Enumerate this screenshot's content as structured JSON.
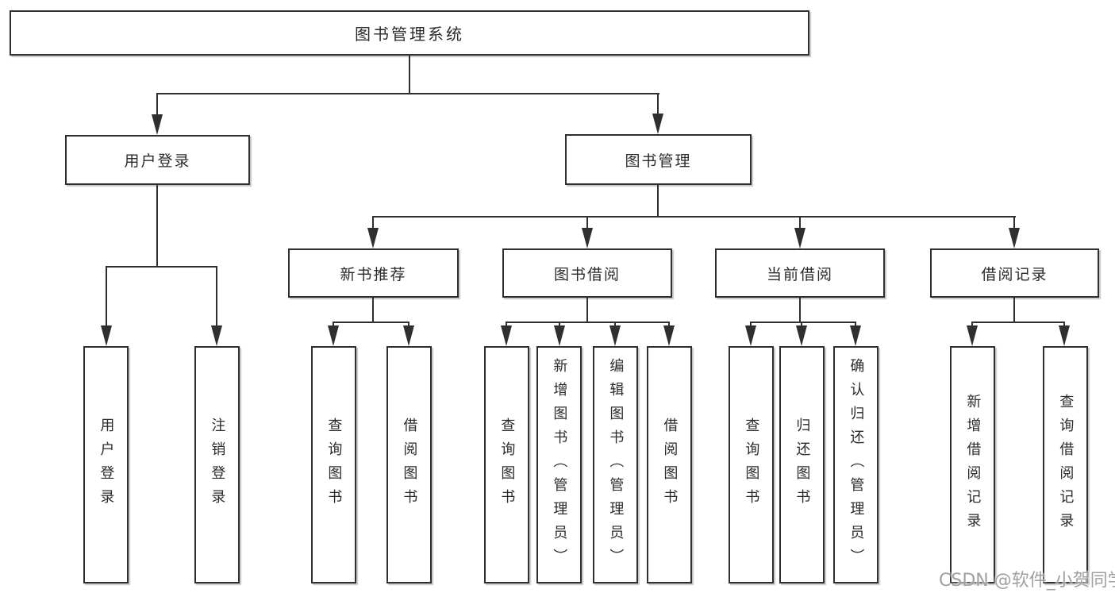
{
  "tree": {
    "root": "图书管理系统",
    "level2": {
      "user_login": "用户登录",
      "book_management": "图书管理"
    },
    "level3": {
      "new_book_recommend": "新书推荐",
      "book_borrow": "图书借阅",
      "current_borrow": "当前借阅",
      "borrow_record": "借阅记录"
    },
    "leaves": {
      "user_login": [
        "用户登录",
        "注销登录"
      ],
      "new_book_recommend": [
        "查询图书",
        "借阅图书"
      ],
      "book_borrow": [
        "查询图书",
        "新增图书（管理员）",
        "编辑图书（管理员）",
        "借阅图书"
      ],
      "current_borrow": [
        "查询图书",
        "归还图书",
        "确认归还（管理员）"
      ],
      "borrow_record": [
        "新增借阅记录",
        "查询借阅记录"
      ]
    }
  },
  "colors": {
    "line": "#2f2f2f",
    "text": "#2b2b2b",
    "watermark": "#a0a0a0",
    "background": "#ffffff"
  },
  "watermark": "CSDN @软件_小贺同学"
}
